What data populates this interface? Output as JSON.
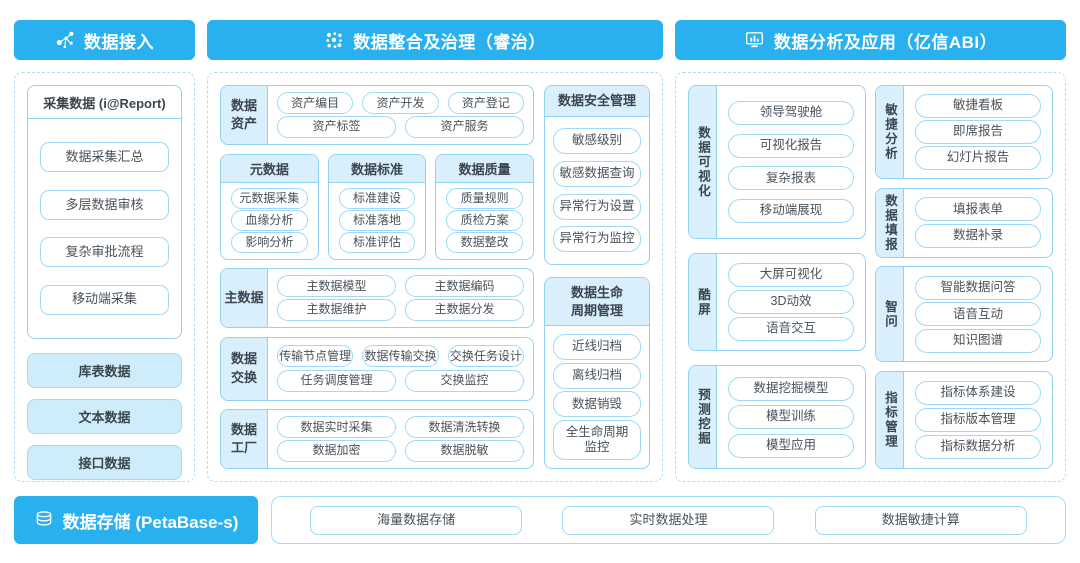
{
  "colors": {
    "header_blue": "#29b1ef",
    "light_fill": "#d9effc",
    "card_border": "#92d2f4",
    "dashed_border": "#b2dcf2",
    "text_dark": "#3c464e"
  },
  "access": {
    "title": "数据接入",
    "icon": "network-nodes-icon",
    "card": {
      "title": "采集数据 (i@Report)",
      "items": [
        "数据采集汇总",
        "多层数据审核",
        "复杂审批流程",
        "移动端采集"
      ]
    },
    "sources": [
      "库表数据",
      "文本数据",
      "接口数据"
    ]
  },
  "governance": {
    "title": "数据整合及治理（睿治）",
    "icon": "dots-cluster-icon",
    "asset": {
      "label": "数据\n资产",
      "row1": [
        "资产编目",
        "资产开发",
        "资产登记"
      ],
      "row2": [
        "资产标签",
        "资产服务"
      ]
    },
    "meta": {
      "title": "元数据",
      "items": [
        "元数据采集",
        "血缘分析",
        "影响分析"
      ]
    },
    "standard": {
      "title": "数据标准",
      "items": [
        "标准建设",
        "标准落地",
        "标准评估"
      ]
    },
    "quality": {
      "title": "数据质量",
      "items": [
        "质量规则",
        "质检方案",
        "数据整改"
      ]
    },
    "master": {
      "label": "主数据",
      "row1": [
        "主数据模型",
        "主数据编码"
      ],
      "row2": [
        "主数据维护",
        "主数据分发"
      ]
    },
    "exchange": {
      "label": "数据\n交换",
      "row1": [
        "传输节点管理",
        "数据传输交换",
        "交换任务设计"
      ],
      "row2": [
        "任务调度管理",
        "交换监控"
      ]
    },
    "factory": {
      "label": "数据\n工厂",
      "row1": [
        "数据实时采集",
        "数据清洗转换"
      ],
      "row2": [
        "数据加密",
        "数据脱敏"
      ]
    },
    "security": {
      "title": "数据安全管理",
      "items": [
        "敏感级别",
        "敏感数据查询",
        "异常行为设置",
        "异常行为监控"
      ]
    },
    "lifecycle": {
      "title": "数据生命\n周期管理",
      "items": [
        "近线归档",
        "离线归档",
        "数据销毁",
        "全生命周期\n监控"
      ]
    }
  },
  "analysis": {
    "title": "数据分析及应用（亿信ABI）",
    "icon": "monitor-chart-icon",
    "viz": {
      "label": "数据可视化",
      "items": [
        "领导驾驶舱",
        "可视化报告",
        "复杂报表",
        "移动端展现"
      ]
    },
    "coolscreen": {
      "label": "酷屏",
      "items": [
        "大屏可视化",
        "3D动效",
        "语音交互"
      ]
    },
    "mining": {
      "label": "预测挖掘",
      "items": [
        "数据挖掘模型",
        "模型训练",
        "模型应用"
      ]
    },
    "agile": {
      "label": "敏捷分析",
      "items": [
        "敏捷看板",
        "即席报告",
        "幻灯片报告"
      ]
    },
    "filling": {
      "label": "数据填报",
      "items": [
        "填报表单",
        "数据补录"
      ]
    },
    "ask": {
      "label": "智问",
      "items": [
        "智能数据问答",
        "语音互动",
        "知识图谱"
      ]
    },
    "indicator": {
      "label": "指标管理",
      "items": [
        "指标体系建设",
        "指标版本管理",
        "指标数据分析"
      ]
    }
  },
  "storage": {
    "title": "数据存储 (PetaBase-s)",
    "icon": "database-icon",
    "items": [
      "海量数据存储",
      "实时数据处理",
      "数据敏捷计算"
    ]
  }
}
